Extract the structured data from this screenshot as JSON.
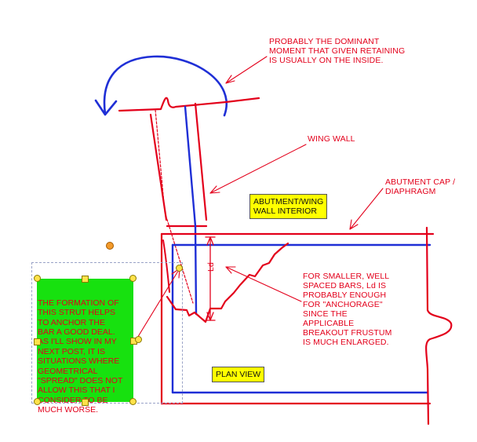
{
  "notes": {
    "dominant_moment": "PROBABLY THE DOMINANT\nMOMENT THAT GIVEN RETAINING\nIS USUALLY ON THE INSIDE.",
    "wing_wall": "WING WALL",
    "abutment_cap": "ABUTMENT CAP /\nDIAPHRAGM",
    "smaller_bars": "FOR SMALLER, WELL\nSPACED BARS, Ld IS\nPROBABLY ENOUGH\nFOR \"ANCHORAGE\"\nSINCE THE\nAPPLICABLE\nBREAKOUT FRUSTUM\nIS MUCH ENLARGED.",
    "strut": "THE FORMATION OF\nTHIS STRUT HELPS\nTO ANCHOR THE\nBAR A GOOD DEAL.\nAS I'LL SHOW IN MY\nNEXT POST, IT IS\nSITUATIONS WHERE\nGEOMETRICAL\n\"SPREAD\" DOES NOT\nALLOW THIS THAT I\nCONSIDER TO BE\nMUCH WORSE."
  },
  "labels": {
    "abutment_wing_interior": "ABUTMENT/WING\nWALL INTERIOR",
    "plan_view": "PLAN VIEW",
    "ld": "Ld"
  },
  "colors": {
    "red": "#e3001b",
    "blue": "#1f2fd6",
    "label_yellow": "#ffff00",
    "strut_green": "#17e10f"
  }
}
